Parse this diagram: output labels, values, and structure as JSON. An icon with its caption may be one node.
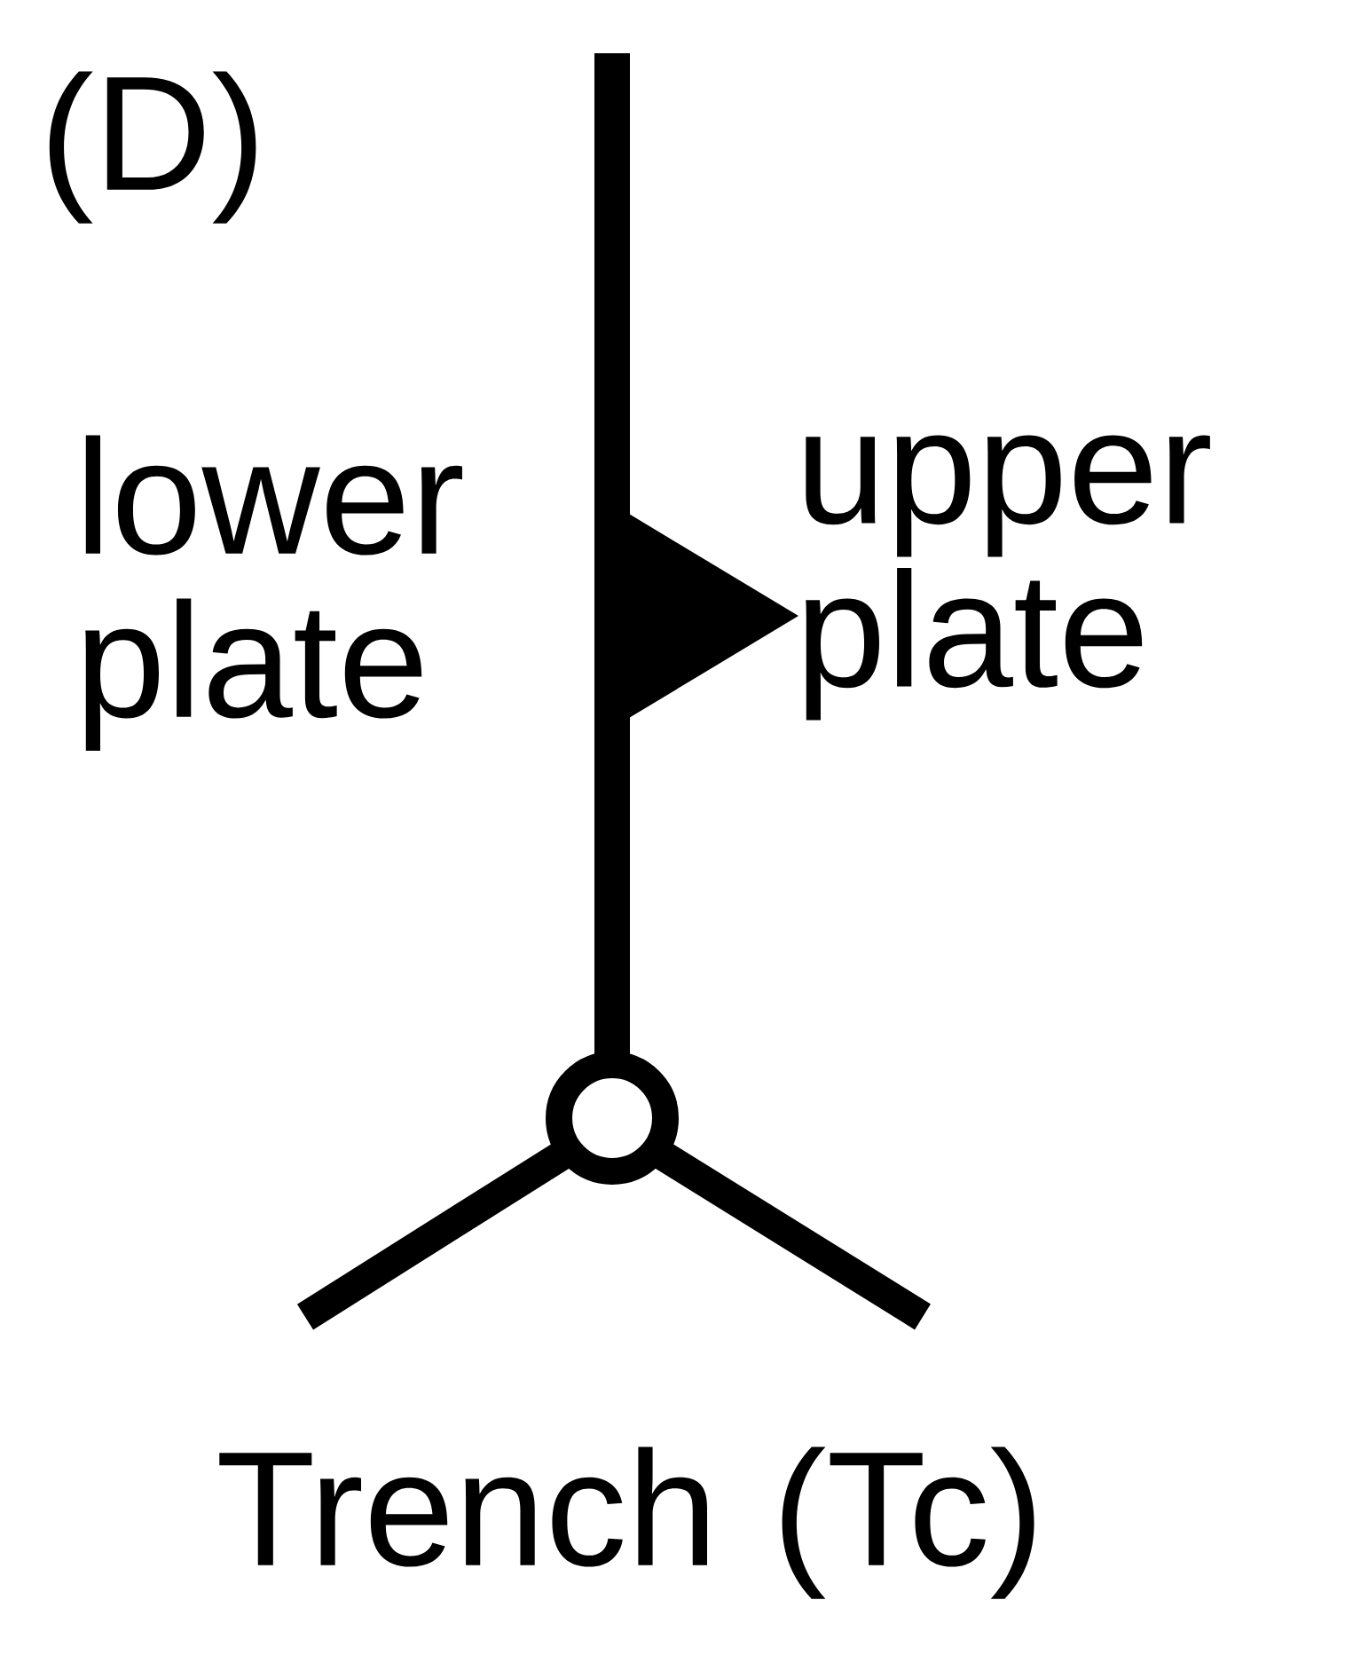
{
  "diagram": {
    "labels": [
      "(D)",
      "lower plate",
      "upper plate",
      "Trench (Tc)"
    ]
  }
}
